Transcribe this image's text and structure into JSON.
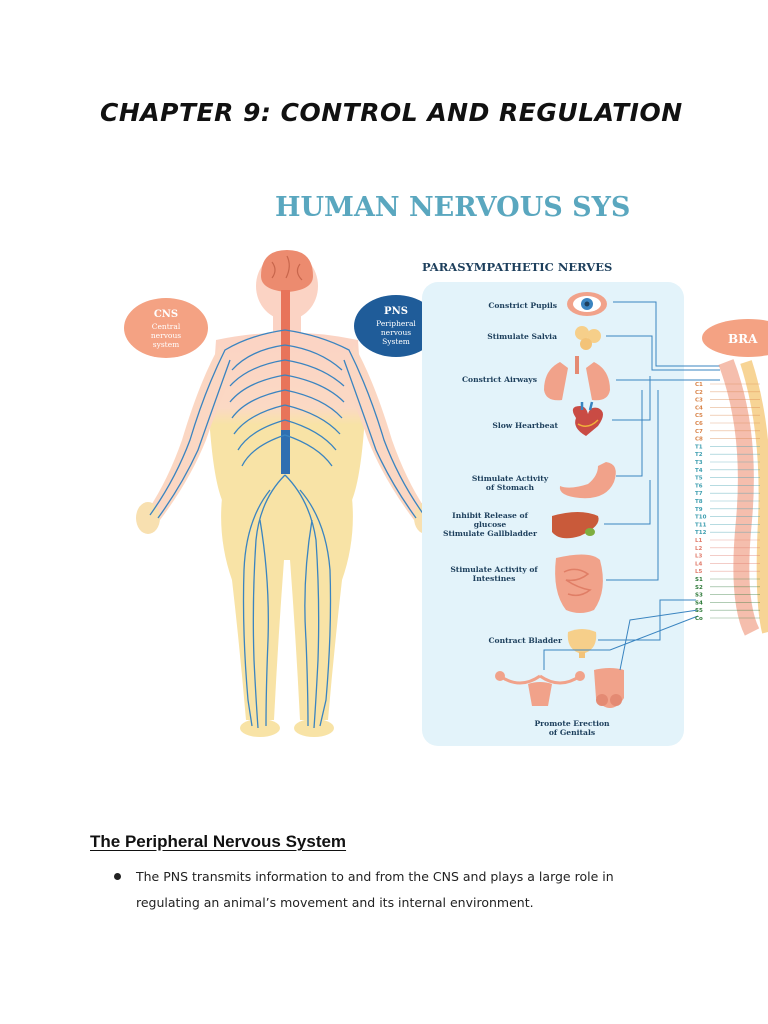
{
  "document": {
    "chapter_title": "CHAPTER 9: CONTROL AND REGULATION",
    "section_heading": "The Peripheral Nervous System",
    "bullets": [
      "The PNS transmits information to and from the CNS and plays a large role in regulating an animal’s movement and its internal environment."
    ]
  },
  "infographic": {
    "title": "HUMAN NERVOUS SYS",
    "parasympathetic_header": "PARASYMPATHETIC NERVES",
    "cns_badge": {
      "abbr": "CNS",
      "line1": "Central",
      "line2": "nervous",
      "line3": "system"
    },
    "pns_badge": {
      "abbr": "PNS",
      "line1": "Peripheral",
      "line2": "nervous",
      "line3": "System"
    },
    "brain_label": "BRA",
    "effects": {
      "constrict_pupils": "Constrict Pupils",
      "stimulate_saliva": "Stimulate Salvia",
      "constrict_airways": "Constrict Airways",
      "slow_heartbeat": "Slow Heartbeat",
      "stomach_1": "Stimulate Activity",
      "stomach_2": "of Stomach",
      "glucose_1": "Inhibit Release of",
      "glucose_2": "glucose",
      "glucose_3": "Stimulate Gallbladder",
      "intestines_1": "Stimulate Activity of",
      "intestines_2": "Intestines",
      "contract_bladder": "Contract Bladder",
      "genitals_1": "Promote Erection",
      "genitals_2": "of Genitals"
    },
    "spine_labels": {
      "c": [
        "C1",
        "C2",
        "C3",
        "C4",
        "C5",
        "C6",
        "C7",
        "C8"
      ],
      "t": [
        "T1",
        "T2",
        "T3",
        "T4",
        "T5",
        "T6",
        "T7",
        "T8",
        "T9",
        "T10",
        "T11",
        "T12"
      ],
      "l": [
        "L1",
        "L2",
        "L3",
        "L4",
        "L5"
      ],
      "s": [
        "S1",
        "S2",
        "S3",
        "S4",
        "S5",
        "Co"
      ]
    },
    "colors": {
      "title": "#5aa7bf",
      "cns_badge": "#f4a283",
      "pns_badge": "#1f5c99",
      "panel": "#e3f3fa",
      "nerve": "#3a84c0",
      "spinal_cord": "#e8745a",
      "skin_upper": "#fbd3c4",
      "skin_lower": "#f8e3a6"
    },
    "icons": [
      "eye-icon",
      "salivary-gland-icon",
      "lungs-icon",
      "heart-icon",
      "stomach-icon",
      "liver-icon",
      "intestines-icon",
      "bladder-icon",
      "uterus-icon",
      "male-reproductive-icon"
    ]
  }
}
